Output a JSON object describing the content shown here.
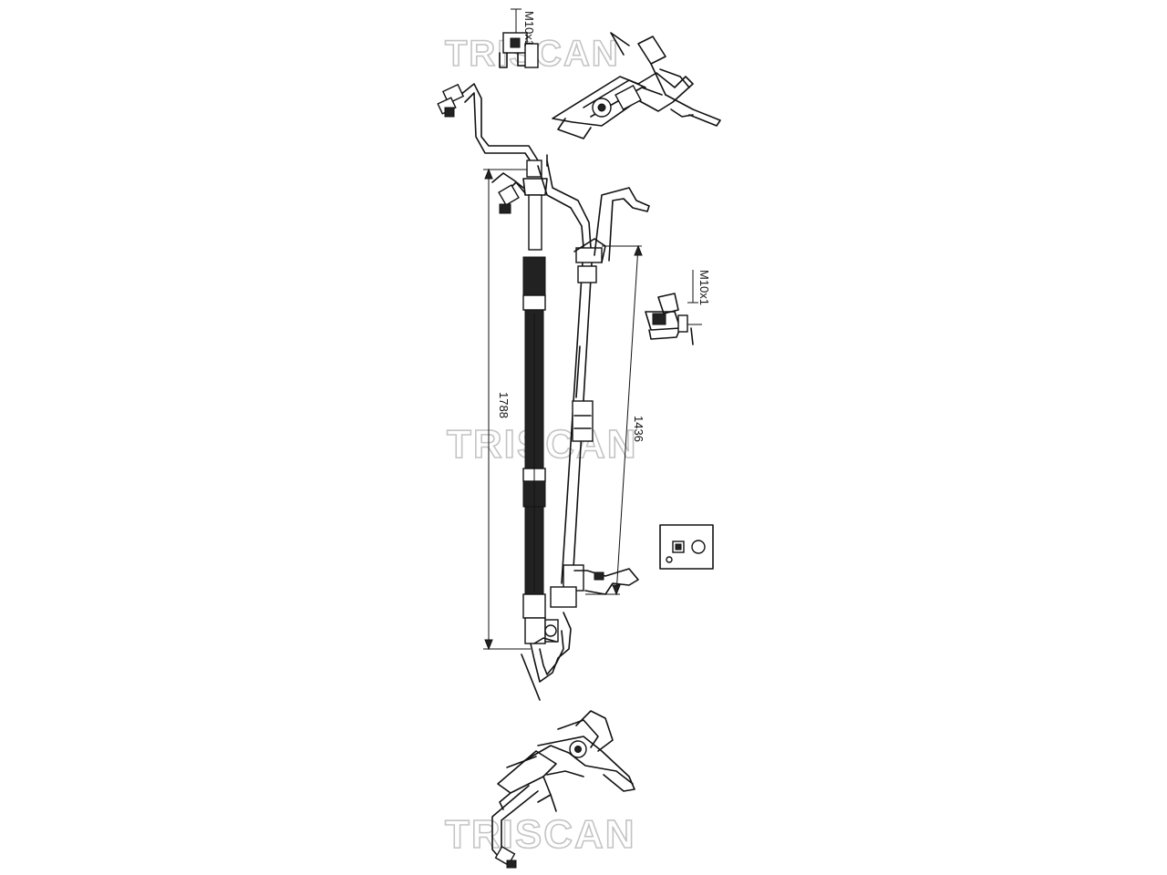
{
  "watermark": {
    "brand": "TRISCAN"
  },
  "dimensions": {
    "hose_length": "1788",
    "pipe_length": "1436",
    "thread_top": "M10x1",
    "thread_side": "M10x1"
  }
}
